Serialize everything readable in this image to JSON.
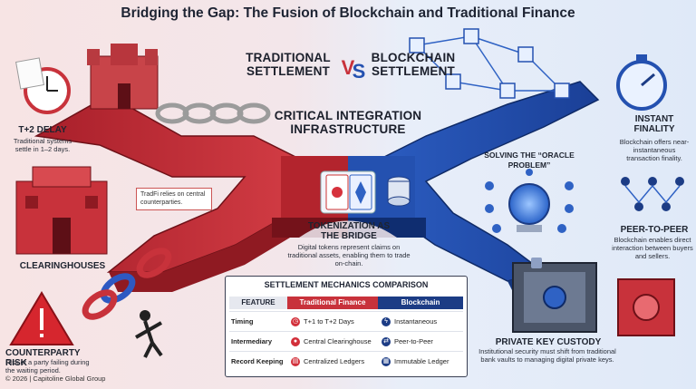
{
  "title": "Bridging the Gap: The Fusion of Blockchain and Traditional Finance",
  "headers": {
    "traditional": "TRADITIONAL SETTLEMENT",
    "vs": "VS",
    "blockchain": "BLOCKCHAIN SETTLEMENT",
    "center": "CRITICAL INTEGRATION INFRASTRUCTURE"
  },
  "left": {
    "t2": {
      "label": "T+2 DELAY",
      "desc": "Traditional systems settle in 1–2 days."
    },
    "note": "TradFi relies on central counterparties.",
    "clearinghouses": {
      "label": "CLEARINGHOUSES"
    },
    "risk": {
      "label": "COUNTERPARTY RISK",
      "desc": "Risk of a party failing during the waiting period."
    }
  },
  "center": {
    "token": {
      "label": "TOKENIZATION AS THE BRIDGE",
      "desc": "Digital tokens represent claims on traditional assets, enabling them to trade on-chain."
    },
    "oracle": {
      "label": "SOLVING THE “ORACLE PROBLEM”"
    }
  },
  "right": {
    "instant": {
      "label": "INSTANT FINALITY",
      "desc": "Blockchain offers near-instantaneous transaction finality."
    },
    "p2p": {
      "label": "PEER-TO-PEER",
      "desc": "Blockchain enables direct interaction between buyers and sellers."
    },
    "custody": {
      "label": "PRIVATE KEY CUSTODY",
      "desc": "Institutional security must shift from traditional bank vaults to managing digital private keys."
    }
  },
  "table": {
    "title": "SETTLEMENT MECHANICS COMPARISON",
    "columns": [
      "FEATURE",
      "Traditional Finance",
      "Blockchain"
    ],
    "rows": [
      {
        "feature": "Timing",
        "trad": "T+1 to T+2 Days",
        "chain": "Instantaneous"
      },
      {
        "feature": "Intermediary",
        "trad": "Central Clearinghouse",
        "chain": "Peer-to-Peer"
      },
      {
        "feature": "Record Keeping",
        "trad": "Centralized Ledgers",
        "chain": "Immutable Ledger"
      }
    ]
  },
  "copyright": "© 2026 | Capitoline Global Group",
  "colors": {
    "red": "#c8323b",
    "blue": "#2f62c4",
    "navy": "#1c3c85"
  }
}
